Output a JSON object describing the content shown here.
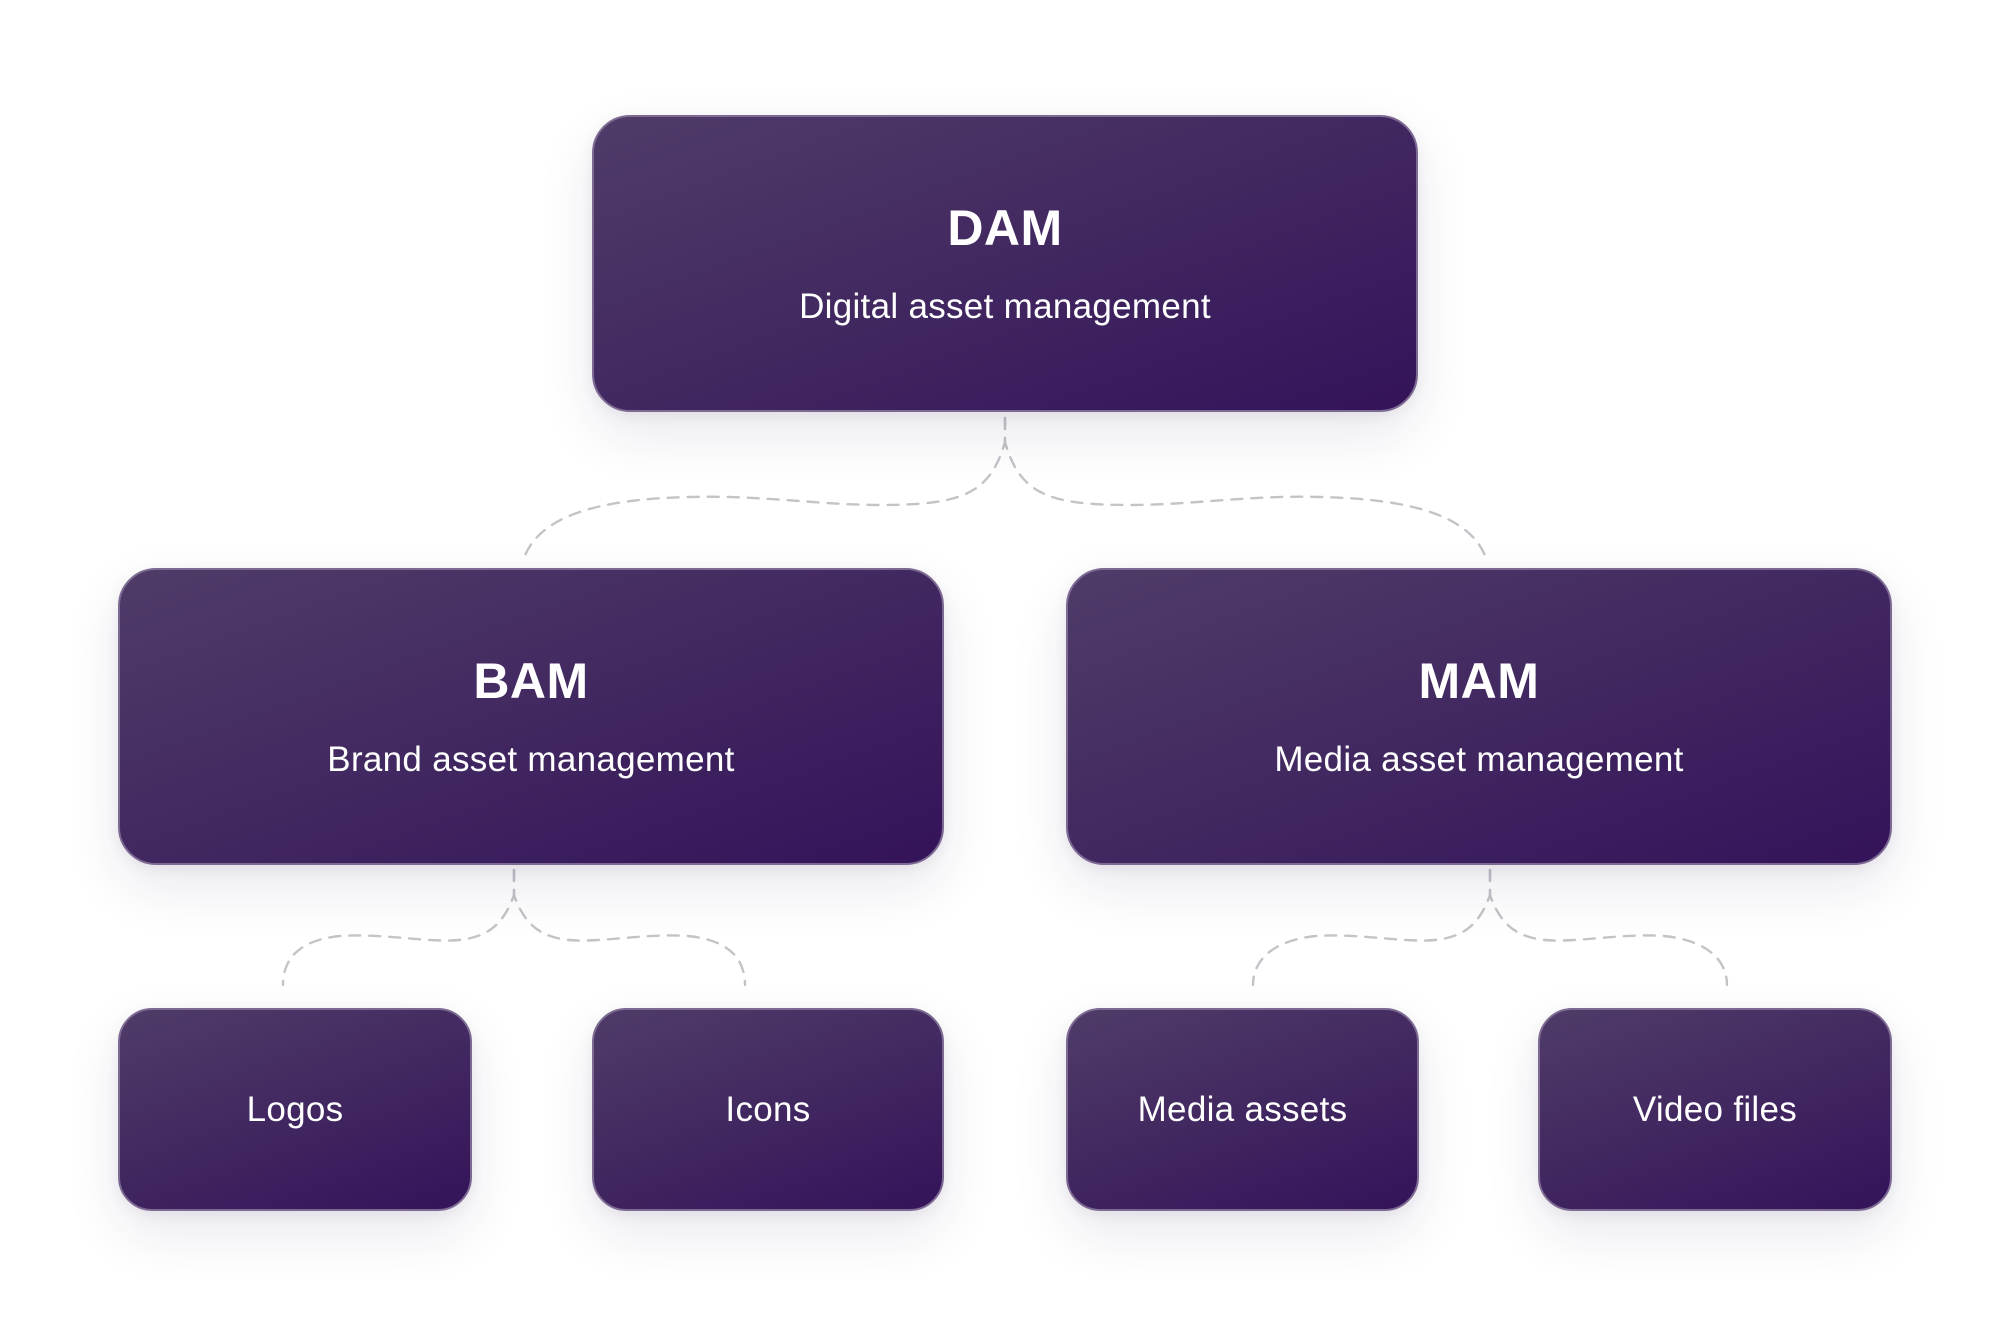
{
  "diagram": {
    "root": {
      "title": "DAM",
      "subtitle": "Digital asset management"
    },
    "branches": [
      {
        "title": "BAM",
        "subtitle": "Brand asset management",
        "children": [
          "Logos",
          "Icons"
        ]
      },
      {
        "title": "MAM",
        "subtitle": "Media asset management",
        "children": [
          "Media assets",
          "Video files"
        ]
      }
    ]
  },
  "colors": {
    "node_gradient_start": "#4f3c68",
    "node_gradient_end": "#34135a",
    "node_border": "#7d6a93",
    "connector": "#c3c3c8",
    "text": "#ffffff",
    "background": "#ffffff"
  }
}
